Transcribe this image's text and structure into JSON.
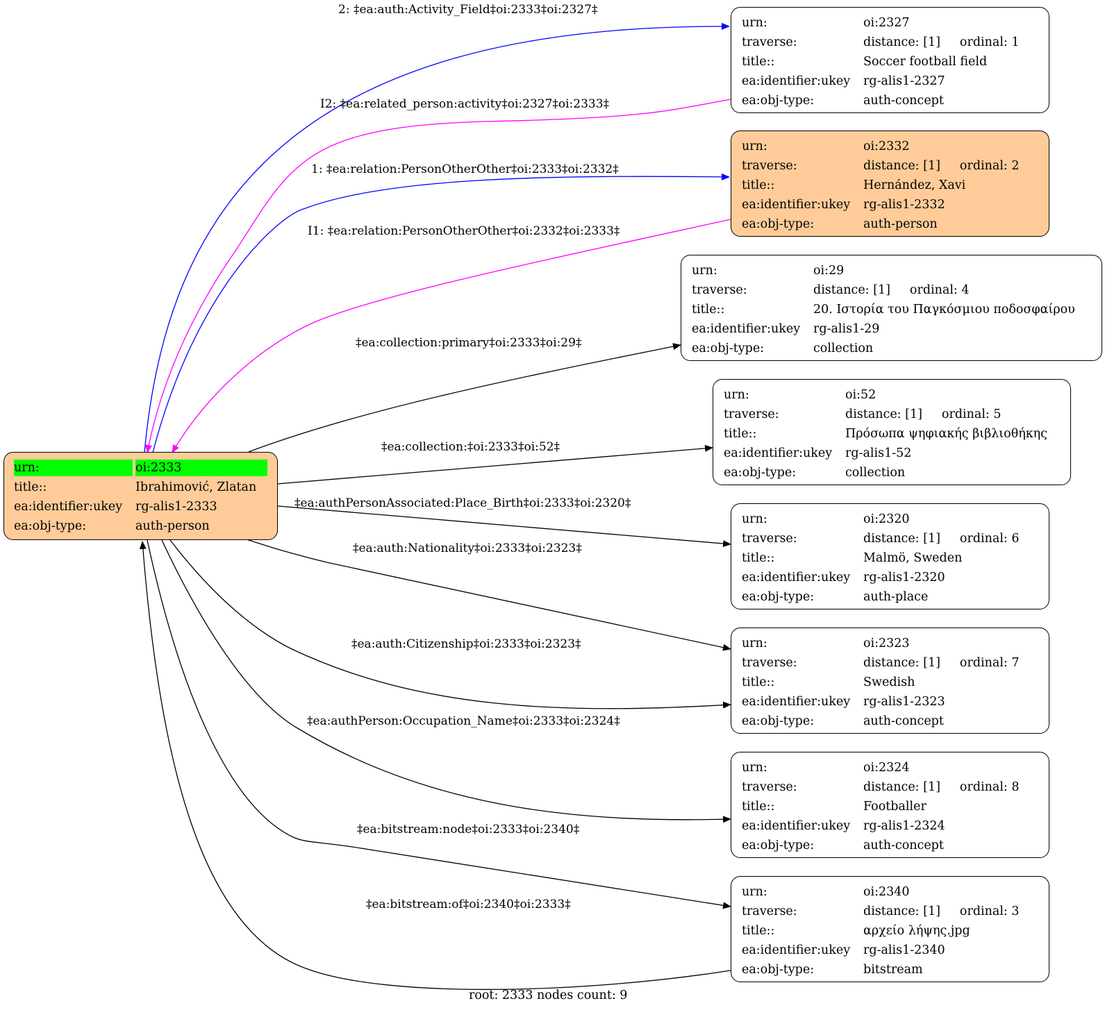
{
  "root": {
    "rows": [
      {
        "key": "urn:",
        "value": "oi:2333"
      },
      {
        "key": "title::",
        "value": "Ibrahimović, Zlatan"
      },
      {
        "key": "ea:identifier:ukey",
        "value": "rg-alis1-2333"
      },
      {
        "key": "ea:obj-type:",
        "value": "auth-person"
      }
    ],
    "fill": "#ffcc99",
    "highlight": "#00ff00"
  },
  "nodes": [
    {
      "urn": "oi:2327",
      "distance": "distance: [1]",
      "ordinal": "ordinal: 1",
      "title": "Soccer football  field",
      "ukey": "rg-alis1-2327",
      "objtype": "auth-concept"
    },
    {
      "urn": "oi:2332",
      "distance": "distance: [1]",
      "ordinal": "ordinal: 2",
      "title": "Hernández, Xavi",
      "ukey": "rg-alis1-2332",
      "objtype": "auth-person"
    },
    {
      "urn": "oi:29",
      "distance": "distance: [1]",
      "ordinal": "ordinal: 4",
      "title": "20. Ιστορία του Παγκόσμιου ποδοσφαίρου",
      "ukey": "rg-alis1-29",
      "objtype": "collection"
    },
    {
      "urn": "oi:52",
      "distance": "distance: [1]",
      "ordinal": "ordinal: 5",
      "title": "Πρόσωπα ψηφιακής βιβλιοθήκης",
      "ukey": "rg-alis1-52",
      "objtype": "collection"
    },
    {
      "urn": "oi:2320",
      "distance": "distance: [1]",
      "ordinal": "ordinal: 6",
      "title": "Malmö, Sweden",
      "ukey": "rg-alis1-2320",
      "objtype": "auth-place"
    },
    {
      "urn": "oi:2323",
      "distance": "distance: [1]",
      "ordinal": "ordinal: 7",
      "title": "Swedish",
      "ukey": "rg-alis1-2323",
      "objtype": "auth-concept"
    },
    {
      "urn": "oi:2324",
      "distance": "distance: [1]",
      "ordinal": "ordinal: 8",
      "title": "Footballer",
      "ukey": "rg-alis1-2324",
      "objtype": "auth-concept"
    },
    {
      "urn": "oi:2340",
      "distance": "distance: [1]",
      "ordinal": "ordinal: 3",
      "title": "αρχείο λήψης.jpg",
      "ukey": "rg-alis1-2340",
      "objtype": "bitstream"
    }
  ],
  "labels": {
    "urn": "urn:",
    "traverse": "traverse:",
    "title": "title::",
    "ukey": "ea:identifier:ukey",
    "objtype": "ea:obj-type:"
  },
  "edges": [
    {
      "label": "2: ‡ea:auth:Activity_Field‡oi:2333‡oi:2327‡",
      "color": "#0000ff"
    },
    {
      "label": "I2: ‡ea:related_person:activity‡oi:2327‡oi:2333‡",
      "color": "#ff00ff"
    },
    {
      "label": "1: ‡ea:relation:PersonOtherOther‡oi:2333‡oi:2332‡",
      "color": "#0000ff"
    },
    {
      "label": "I1: ‡ea:relation:PersonOtherOther‡oi:2332‡oi:2333‡",
      "color": "#ff00ff"
    },
    {
      "label": "‡ea:collection:primary‡oi:2333‡oi:29‡",
      "color": "#000000"
    },
    {
      "label": "‡ea:collection:‡oi:2333‡oi:52‡",
      "color": "#000000"
    },
    {
      "label": "‡ea:authPersonAssociated:Place_Birth‡oi:2333‡oi:2320‡",
      "color": "#000000"
    },
    {
      "label": "‡ea:auth:Nationality‡oi:2333‡oi:2323‡",
      "color": "#000000"
    },
    {
      "label": "‡ea:auth:Citizenship‡oi:2333‡oi:2323‡",
      "color": "#000000"
    },
    {
      "label": "‡ea:authPerson:Occupation_Name‡oi:2333‡oi:2324‡",
      "color": "#000000"
    },
    {
      "label": "‡ea:bitstream:node‡oi:2333‡oi:2340‡",
      "color": "#000000"
    },
    {
      "label": "‡ea:bitstream:of‡oi:2340‡oi:2333‡",
      "color": "#000000"
    }
  ],
  "footer": "root: 2333 nodes count: 9"
}
